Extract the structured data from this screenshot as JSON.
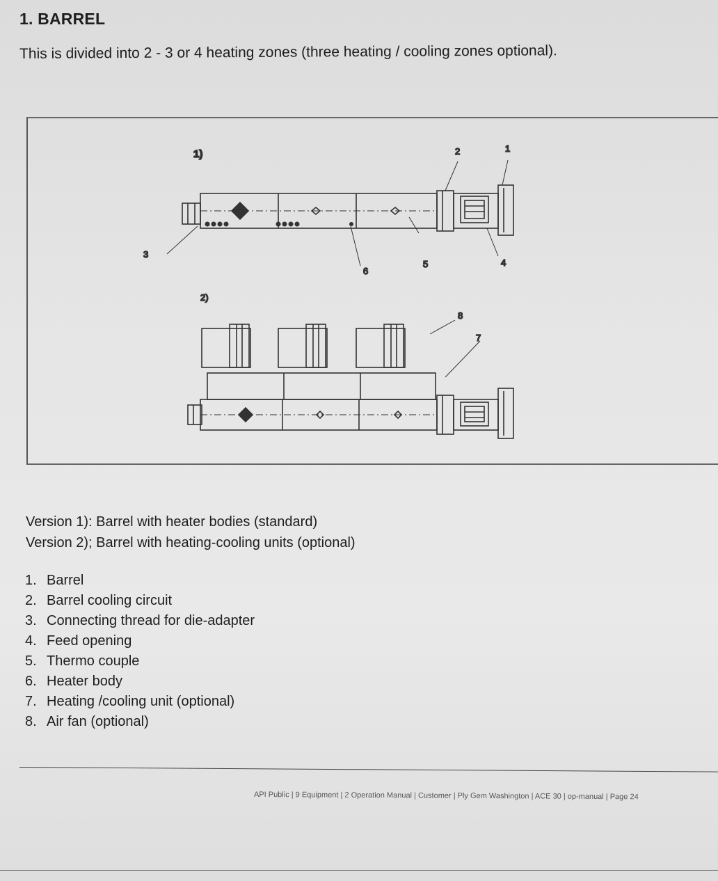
{
  "heading": "1. BARREL",
  "intro": "This is divided into 2 - 3 or 4 heating zones (three heating / cooling zones optional).",
  "figure": {
    "labels": {
      "version1": "1)",
      "version2": "2)",
      "l1": "1",
      "l2": "2",
      "l3": "3",
      "l4": "4",
      "l5": "5",
      "l6": "6",
      "l7": "7",
      "l8": "8"
    }
  },
  "versions": [
    "Version 1): Barrel with heater bodies (standard)",
    "Version 2); Barrel with heating-cooling units (optional)"
  ],
  "parts": [
    {
      "num": "1.",
      "label": "Barrel"
    },
    {
      "num": "2.",
      "label": "Barrel cooling circuit"
    },
    {
      "num": "3.",
      "label": "Connecting thread for die-adapter"
    },
    {
      "num": "4.",
      "label": "Feed opening"
    },
    {
      "num": "5.",
      "label": "Thermo couple"
    },
    {
      "num": "6.",
      "label": "Heater body"
    },
    {
      "num": "7.",
      "label": "Heating /cooling unit (optional)"
    },
    {
      "num": "8.",
      "label": "Air fan (optional)"
    }
  ],
  "footer": "API Public | 9 Equipment | 2 Operation Manual | Customer | Ply Gem Washington | ACE 30 | op-manual | Page 24"
}
